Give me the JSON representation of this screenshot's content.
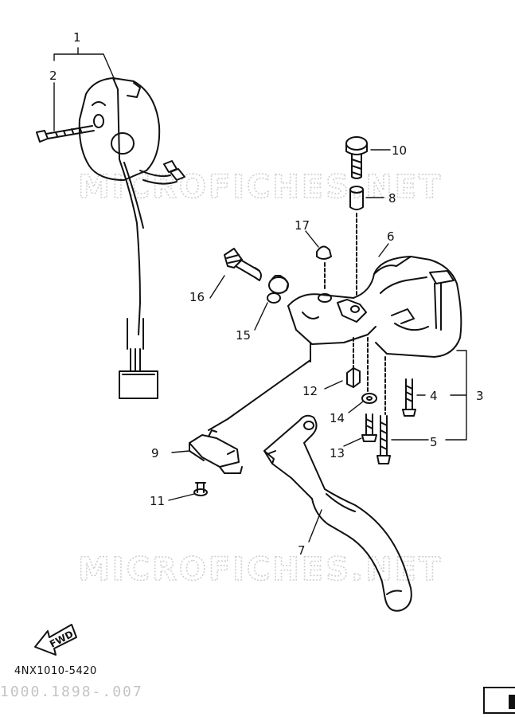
{
  "watermarks": [
    "MICROFICHES.NET",
    "MICROFICHES.NET"
  ],
  "callouts": [
    {
      "id": "1",
      "label": "1"
    },
    {
      "id": "2",
      "label": "2"
    },
    {
      "id": "3",
      "label": "3"
    },
    {
      "id": "4",
      "label": "4"
    },
    {
      "id": "5",
      "label": "5"
    },
    {
      "id": "6",
      "label": "6"
    },
    {
      "id": "7",
      "label": "7"
    },
    {
      "id": "8",
      "label": "8"
    },
    {
      "id": "9",
      "label": "9"
    },
    {
      "id": "10",
      "label": "10"
    },
    {
      "id": "11",
      "label": "11"
    },
    {
      "id": "12",
      "label": "12"
    },
    {
      "id": "13",
      "label": "13"
    },
    {
      "id": "14",
      "label": "14"
    },
    {
      "id": "15",
      "label": "15"
    },
    {
      "id": "16",
      "label": "16"
    },
    {
      "id": "17",
      "label": "17"
    }
  ],
  "fwd_label": "FWD",
  "diagram_code": "4NX1010-5420",
  "faint_text": "1000.1898-.007",
  "colors": {
    "ink": "#111111",
    "watermark": "#cfcfcf",
    "background": "#ffffff"
  }
}
